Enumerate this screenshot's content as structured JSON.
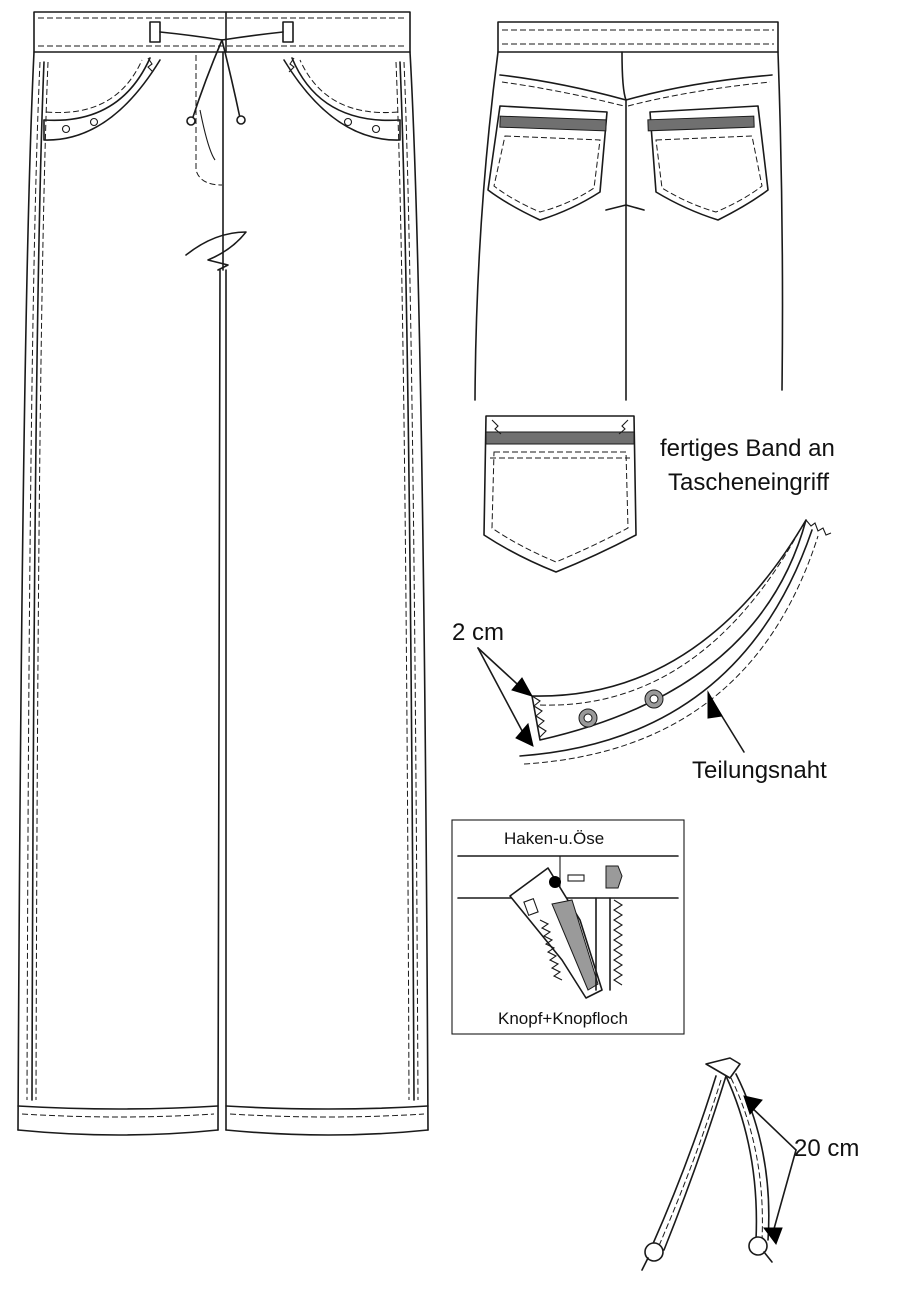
{
  "labels": {
    "finished_band": [
      "fertiges Band an",
      "Tascheneingriff"
    ],
    "width_2cm": "2 cm",
    "seam": "Teilungsnaht",
    "hook_eye": "Haken-u.Öse",
    "button_hole": "Knopf+Knopfloch",
    "length_20cm": "20 cm"
  }
}
